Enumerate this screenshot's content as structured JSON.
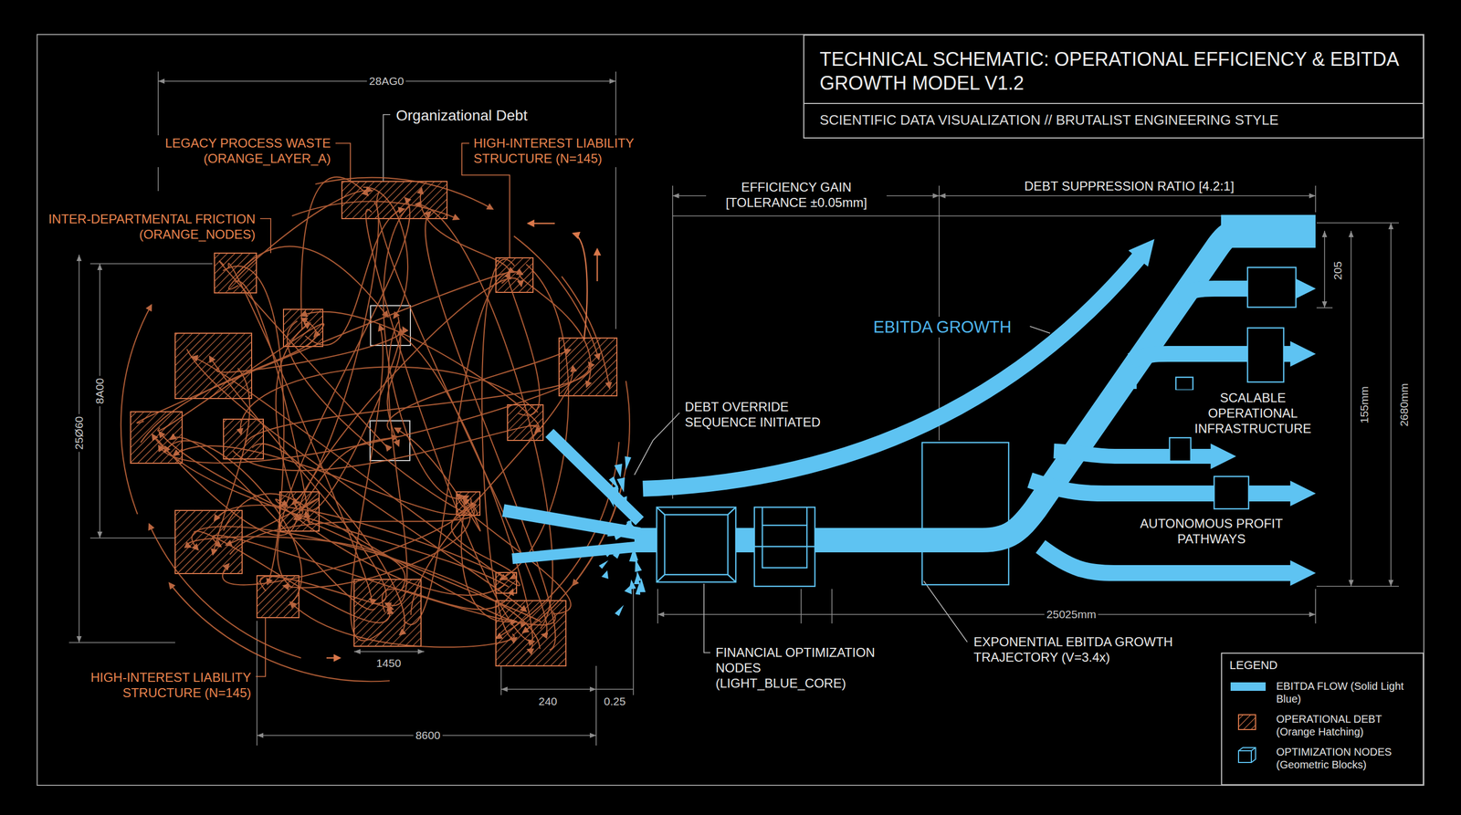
{
  "diagram": {
    "title": "TECHNICAL SCHEMATIC: OPERATIONAL EFFICIENCY & EBITDA GROWTH MODEL V1.2",
    "labels": [
      "SCIENTIFIC DATA VISUALIZATION // BRUTALIST ENGINEERING STYLE",
      "28AG0",
      "Organizational Debt",
      "LEGACY PROCESS WASTE (ORANGE_LAYER_A)",
      "HIGH-INTEREST LIABILITY STRUCTURE (N=145)",
      "INTER-DEPARTMENTAL FRICTION (ORANGE_NODES)",
      "25Ø60",
      "8A00",
      "HIGH-INTEREST LIABILITY STRUCTURE (N=145)",
      "1450",
      "240",
      "0.25",
      "8600",
      "EFFICIENCY GAIN [TOLERANCE ±0.05mm]",
      "DEBT SUPPRESSION RATIO [4.2:1]",
      "DEBT OVERRIDE SEQUENCE INITIATED",
      "EBITDA GROWTH",
      "205",
      "155mm",
      "2680mm",
      "SCALABLE OPERATIONAL INFRASTRUCTURE",
      "AUTONOMOUS PROFIT PATHWAYS",
      "25025mm",
      "FINANCIAL OPTIMIZATION NODES (LIGHT_BLUE_CORE)",
      "EXPONENTIAL EBITDA GROWTH TRAJECTORY (V=3.4x)",
      "LEGEND"
    ],
    "legend": [
      {
        "text": "EBITDA FLOW (Solid Light Blue)",
        "color": "#5ec3f2"
      },
      {
        "text": "OPERATIONAL DEBT (Orange Hatching)"
      },
      {
        "text": "OPTIMIZATION NODES (Geometric Blocks)"
      }
    ]
  }
}
